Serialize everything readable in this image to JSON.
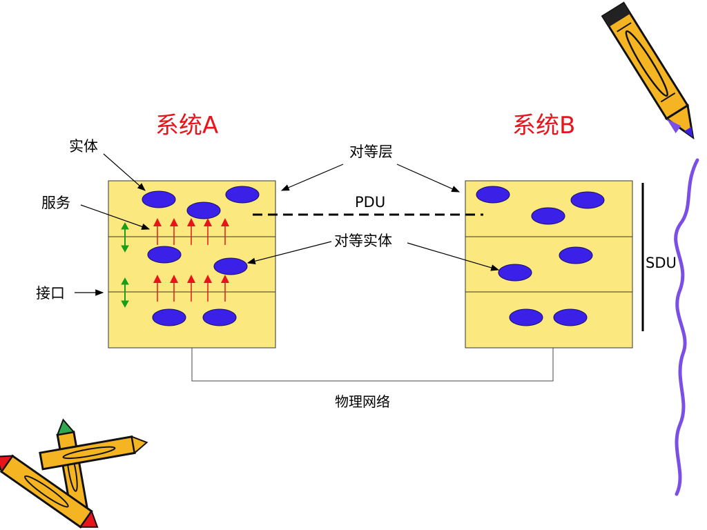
{
  "system_a": {
    "title": "系统A"
  },
  "system_b": {
    "title": "系统B"
  },
  "labels": {
    "entity": "实体",
    "service": "服务",
    "interface": "接口",
    "peer_layer": "对等层",
    "pdu": "PDU",
    "peer_entity": "对等实体",
    "sdu": "SDU",
    "physical_network": "物理网络"
  },
  "colors": {
    "box_fill": "#fbe980",
    "entity_fill": "#3b20e8",
    "title_red": "#e8141b",
    "service_arrow": "#e8141b",
    "interface_arrow": "#1a9e1a",
    "squiggle": "#7b4fe6"
  },
  "decorations": {
    "top_right": "pencil-icon",
    "bottom_left": "crayons-icon",
    "right_edge": "wavy-line"
  }
}
